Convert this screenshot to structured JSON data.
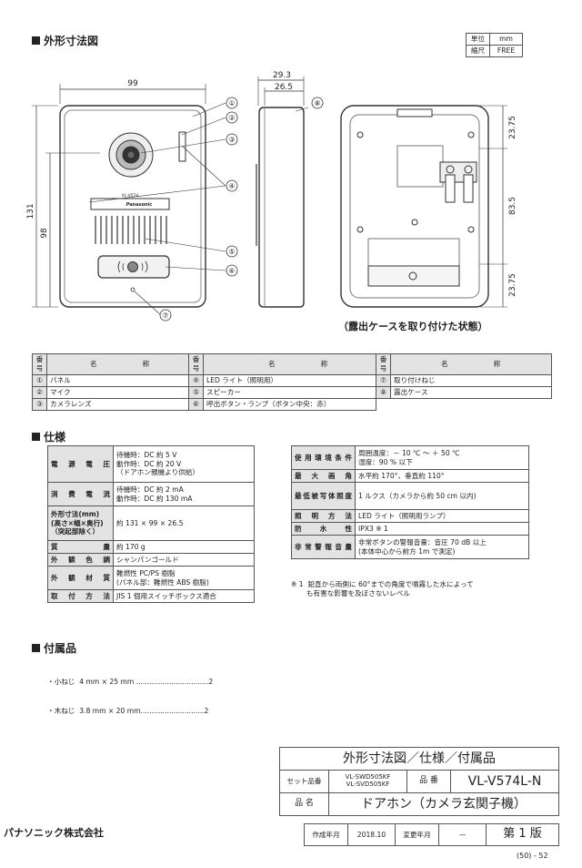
{
  "header": {
    "section_title": "外形寸法図",
    "unit_label": "単位",
    "unit_value": "mm",
    "scale_label": "縮尺",
    "scale_value": "FREE"
  },
  "drawing": {
    "width_dim": "99",
    "height_dim_outer": "131",
    "height_dim_inner": "98",
    "depth_dim_outer": "29.3",
    "depth_dim_inner": "26.5",
    "case_dim_top": "23.75",
    "case_dim_mid": "83.5",
    "case_dim_bottom": "23.75",
    "brand": "Panasonic",
    "model_on_unit": "VL-V574",
    "callouts": [
      "①",
      "②",
      "③",
      "④",
      "⑤",
      "⑥",
      "⑦",
      "⑧"
    ],
    "case_caption": "（露出ケースを取り付けた状態）"
  },
  "parts": {
    "headers": [
      "番号",
      "名",
      "称"
    ],
    "rows": [
      [
        {
          "n": "①",
          "name": "パネル"
        },
        {
          "n": "④",
          "name": "LED ライト（照明用）"
        },
        {
          "n": "⑦",
          "name": "取り付けねじ"
        }
      ],
      [
        {
          "n": "②",
          "name": "マイク"
        },
        {
          "n": "⑤",
          "name": "スピーカー"
        },
        {
          "n": "⑧",
          "name": "露出ケース"
        }
      ],
      [
        {
          "n": "③",
          "name": "カメラレンズ"
        },
        {
          "n": "⑥",
          "name": "呼出ボタン・ランプ（ボタン中央：赤）"
        },
        {
          "n": "",
          "name": ""
        }
      ]
    ]
  },
  "spec": {
    "title": "仕様",
    "left": [
      {
        "label": "電源電圧",
        "value": "待機時：DC 約 5 V\n動作時：DC 約 20 V\n（ドアホン親機より供給）"
      },
      {
        "label": "消費電流",
        "value": "待機時：DC 約 2 mA\n動作時：DC 約 130 mA"
      },
      {
        "label": "外形寸法(mm)\n(高さ×幅×奥行)\n（突起部除く）",
        "value": "約 131 × 99 × 26.5"
      },
      {
        "label": "質量",
        "value": "約 170 g"
      },
      {
        "label": "外観色調",
        "value": "シャンパンゴールド"
      },
      {
        "label": "外観材質",
        "value": "難燃性 PC/PS 樹脂\n(パネル部：難燃性 ABS 樹脂)"
      },
      {
        "label": "取付方法",
        "value": "JIS 1 個用スイッチボックス適合"
      }
    ],
    "right": [
      {
        "label": "使用環境条件",
        "value": "周囲温度：－ 10 ℃ ～ ＋ 50 ℃\n湿度：90 % 以下"
      },
      {
        "label": "最大画角",
        "value": "水平約 170°、垂直約 110°"
      },
      {
        "label": "最低被写体照度",
        "value": "1 ルクス（カメラから約 50 cm 以内)"
      },
      {
        "label": "照明方法",
        "value": "LED ライト（照明用ランプ）"
      },
      {
        "label": "防水性",
        "value": "IPX3 ※ 1"
      },
      {
        "label": "非常警報音量",
        "value": "非常ボタンの警報音量：音圧 70 dB 以上\n(本体中心から前方 1m で測定)"
      }
    ],
    "note": "※ 1  鉛直から両側に 60°までの角度で噴霧した水によって\n       も有害な影響を及ぼさないレベル"
  },
  "accessories": {
    "title": "付属品",
    "items": [
      "・小ねじ  4 mm × 25 mm .................................2",
      "・木ねじ  3.8 mm × 20 mm.............................2"
    ]
  },
  "title_block": {
    "doc_title": "外形寸法図／仕様／付属品",
    "set_label": "セット品番",
    "set_models": [
      "VL-SWD505KF",
      "VL-SVD505KF"
    ],
    "part_label": "品 番",
    "part_number": "VL-V574L-N",
    "name_label": "品 名",
    "product_name": "ドアホン（カメラ玄関子機）",
    "created_label": "作成年月",
    "created_value": "2018.10",
    "changed_label": "変更年月",
    "changed_value": "—",
    "edition": "第 1 版"
  },
  "company": "パナソニック株式会社",
  "page_number": "(50) - 52"
}
